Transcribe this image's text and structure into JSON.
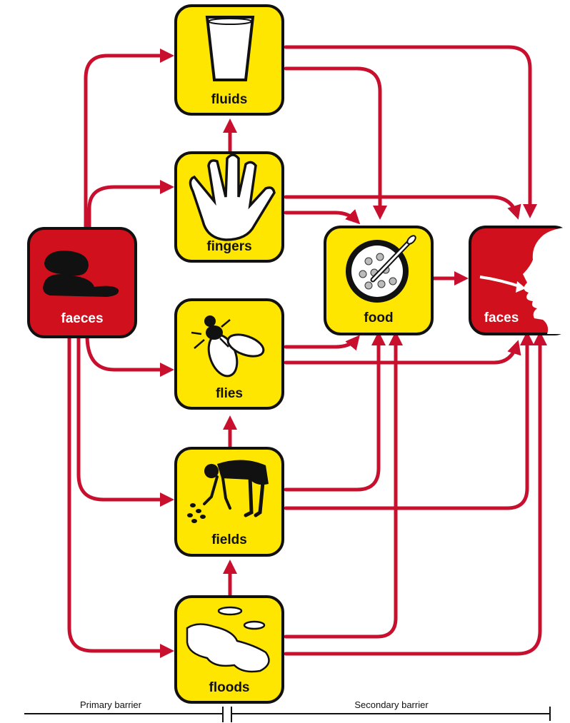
{
  "nodes": {
    "fluids": "fluids",
    "fingers": "fingers",
    "faeces": "faeces",
    "flies": "flies",
    "food": "food",
    "faces": "faces",
    "fields": "fields",
    "floods": "floods"
  },
  "barriers": {
    "primary": "Primary barrier",
    "secondary": "Secondary barrier"
  },
  "colors": {
    "arrow": "#c8102e",
    "node_yellow": "#ffe600",
    "node_red": "#d0101c",
    "outline": "#111111"
  }
}
